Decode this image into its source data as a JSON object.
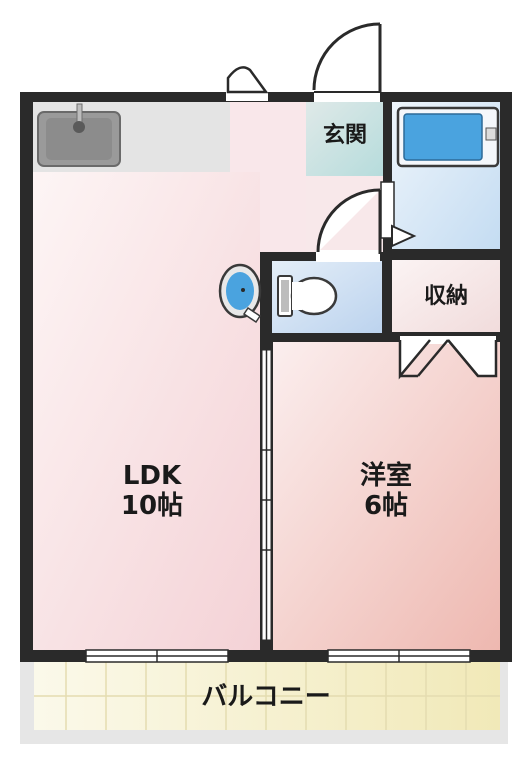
{
  "rooms": {
    "ldk": {
      "name": "LDK",
      "size": "10帖"
    },
    "western": {
      "name": "洋室",
      "size": "6帖"
    },
    "entrance": {
      "name": "玄関"
    },
    "storage": {
      "name": "収納"
    },
    "balcony": {
      "name": "バルコニー"
    }
  },
  "colors": {
    "wall": "#2a2a2a",
    "ldk_floor": "#f6d9dc",
    "western_floor": "#f3c9c4",
    "entrance_floor": "#cfe6e6",
    "bath_floor": "#d8e9f7",
    "toilet_floor": "#cfe0f1",
    "storage_floor": "#f6e6e6",
    "balcony_floor": "#f4f1c8",
    "fixture_blue": "#4aa3df"
  }
}
